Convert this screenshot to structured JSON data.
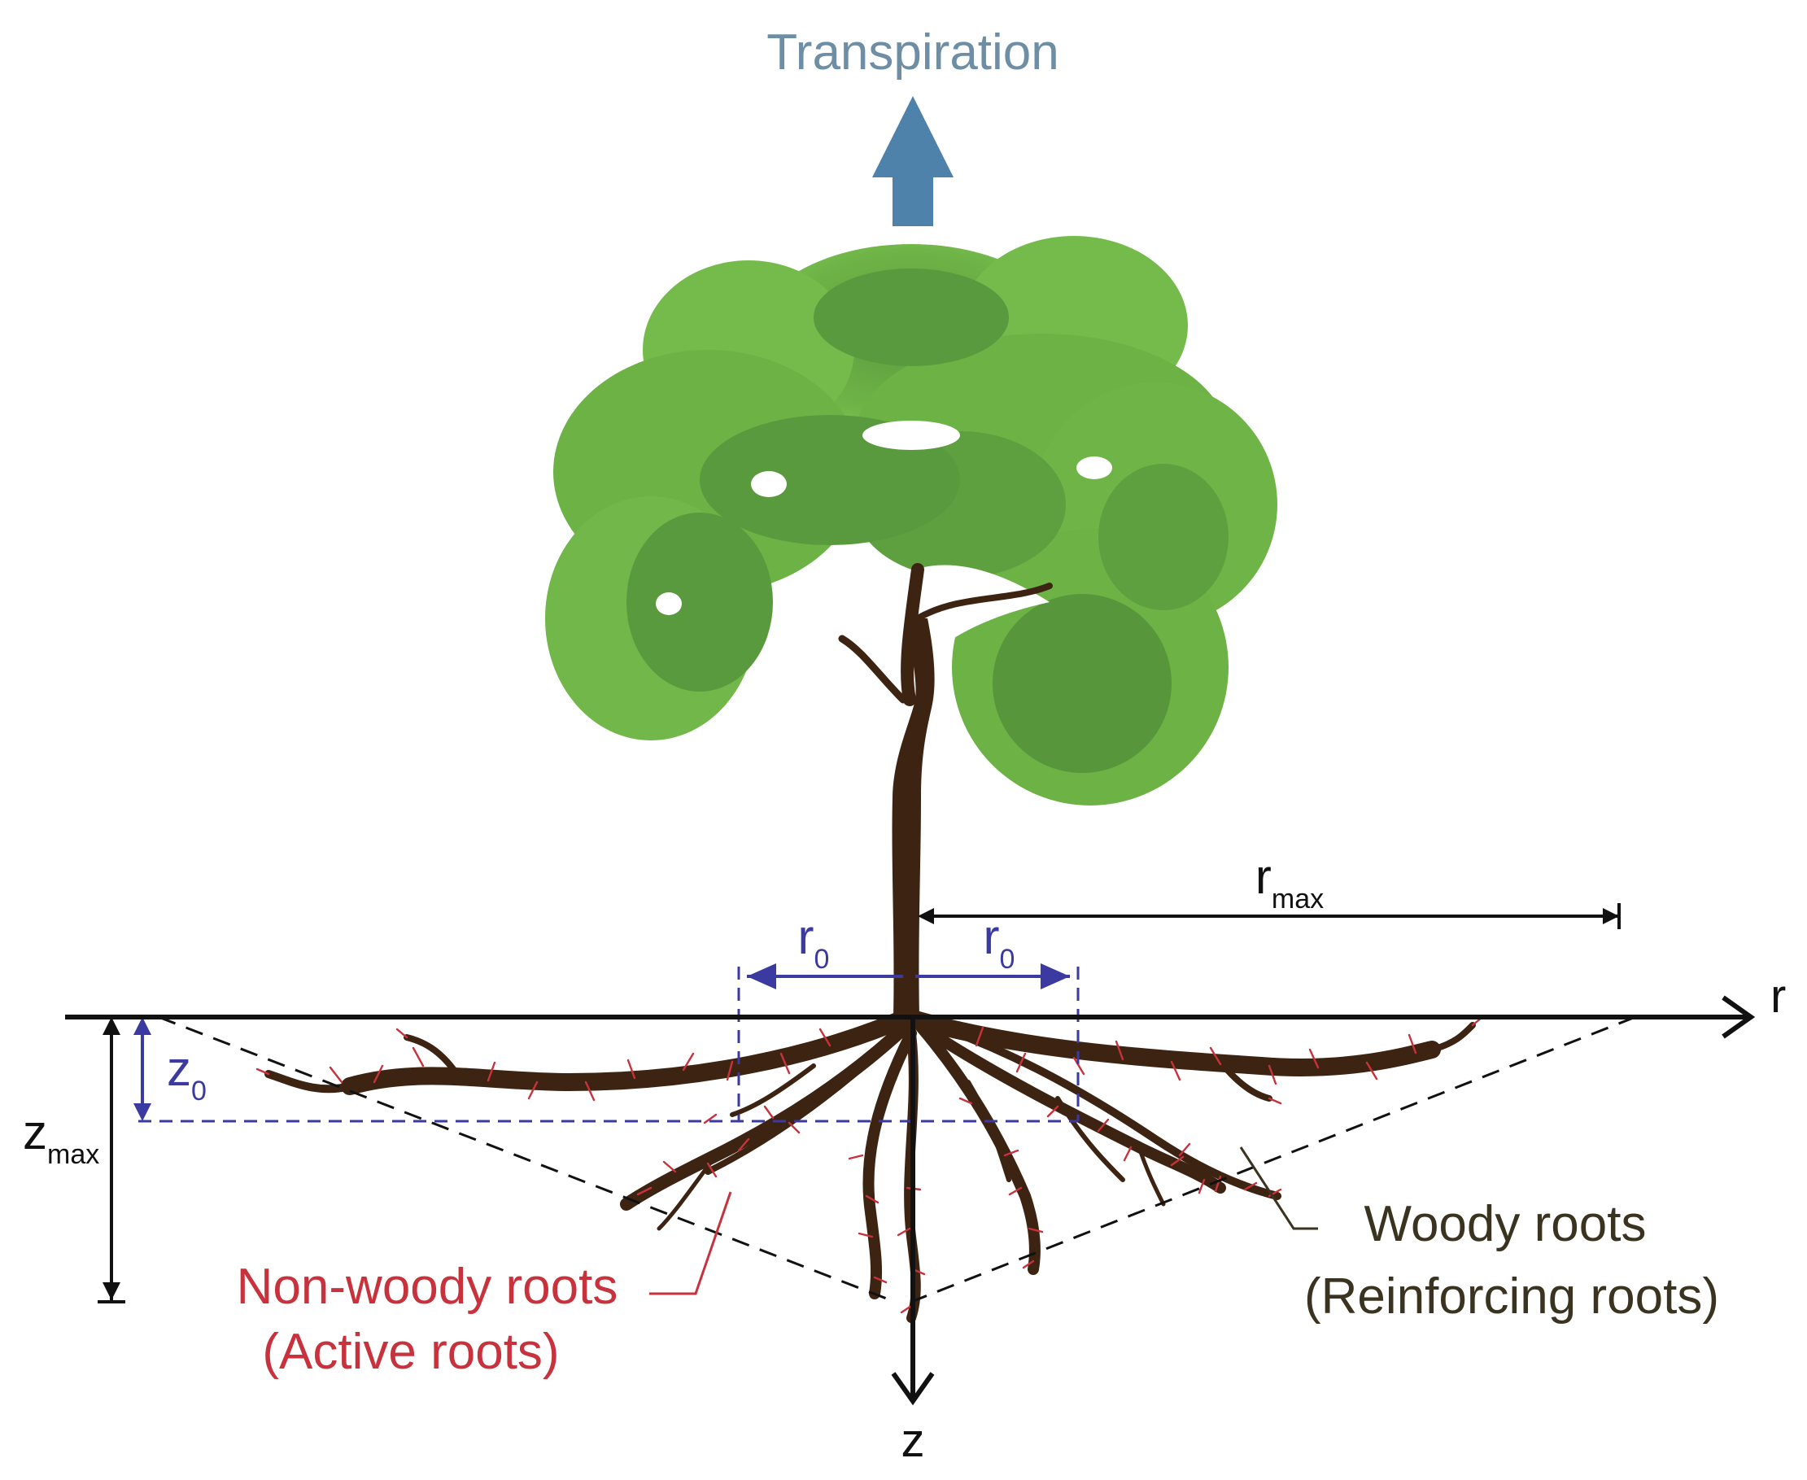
{
  "labels": {
    "transpiration": "Transpiration",
    "r_max": {
      "base": "r",
      "sub": "max"
    },
    "r_0_left": {
      "base": "r",
      "sub": "0"
    },
    "r_0_right": {
      "base": "r",
      "sub": "0"
    },
    "z_0": {
      "base": "z",
      "sub": "0"
    },
    "z_max": {
      "base": "z",
      "sub": "max"
    },
    "r_axis": "r",
    "z_axis": "z",
    "non_woody_roots": "Non-woody roots",
    "active_roots": "(Active roots)",
    "woody_roots": "Woody roots",
    "reinforcing_roots": "(Reinforcing roots)"
  },
  "colors": {
    "transpiration_text": "#6e8ea6",
    "transpiration_arrow": "#4f82aa",
    "foliage_light": "#7cc24f",
    "foliage_dark": "#4f8f3a",
    "trunk": "#3d2412",
    "non_woody_roots": "#c8323c",
    "woody_label": "#3a3320",
    "dimension_blue": "#3a3aa0",
    "axes": "#111111"
  }
}
